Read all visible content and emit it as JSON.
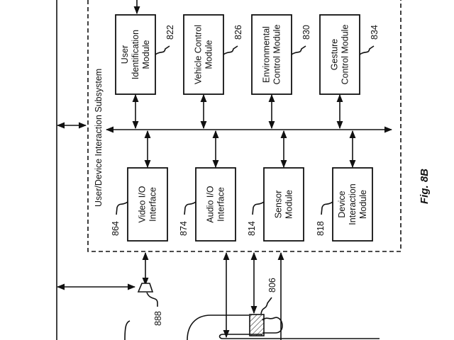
{
  "figure": {
    "label": "Fig. 8B",
    "subsystem_title": "User/Device Interaction Subsystem",
    "top_modules": [
      {
        "id": "user-identification-module",
        "lines": [
          "User",
          "Identification",
          "Module"
        ],
        "ref": "822"
      },
      {
        "id": "vehicle-control-module",
        "lines": [
          "Vehicle Control",
          "Module"
        ],
        "ref": "826"
      },
      {
        "id": "environmental-control-module",
        "lines": [
          "Environmental",
          "Control Module"
        ],
        "ref": "830"
      },
      {
        "id": "gesture-control-module",
        "lines": [
          "Gesture",
          "Control Module"
        ],
        "ref": "834"
      }
    ],
    "bottom_modules": [
      {
        "id": "video-io-interface",
        "lines": [
          "Video I/O",
          "Interface"
        ],
        "ref": "864"
      },
      {
        "id": "audio-io-interface",
        "lines": [
          "Audio I/O",
          "Interface"
        ],
        "ref": "874"
      },
      {
        "id": "sensor-module",
        "lines": [
          "Sensor",
          "Module"
        ],
        "ref": "814"
      },
      {
        "id": "device-interaction-module",
        "lines": [
          "Device",
          "Interaction",
          "Module"
        ],
        "ref": "818"
      }
    ],
    "external_refs": {
      "connector": "888",
      "sensor_device": "806"
    }
  }
}
